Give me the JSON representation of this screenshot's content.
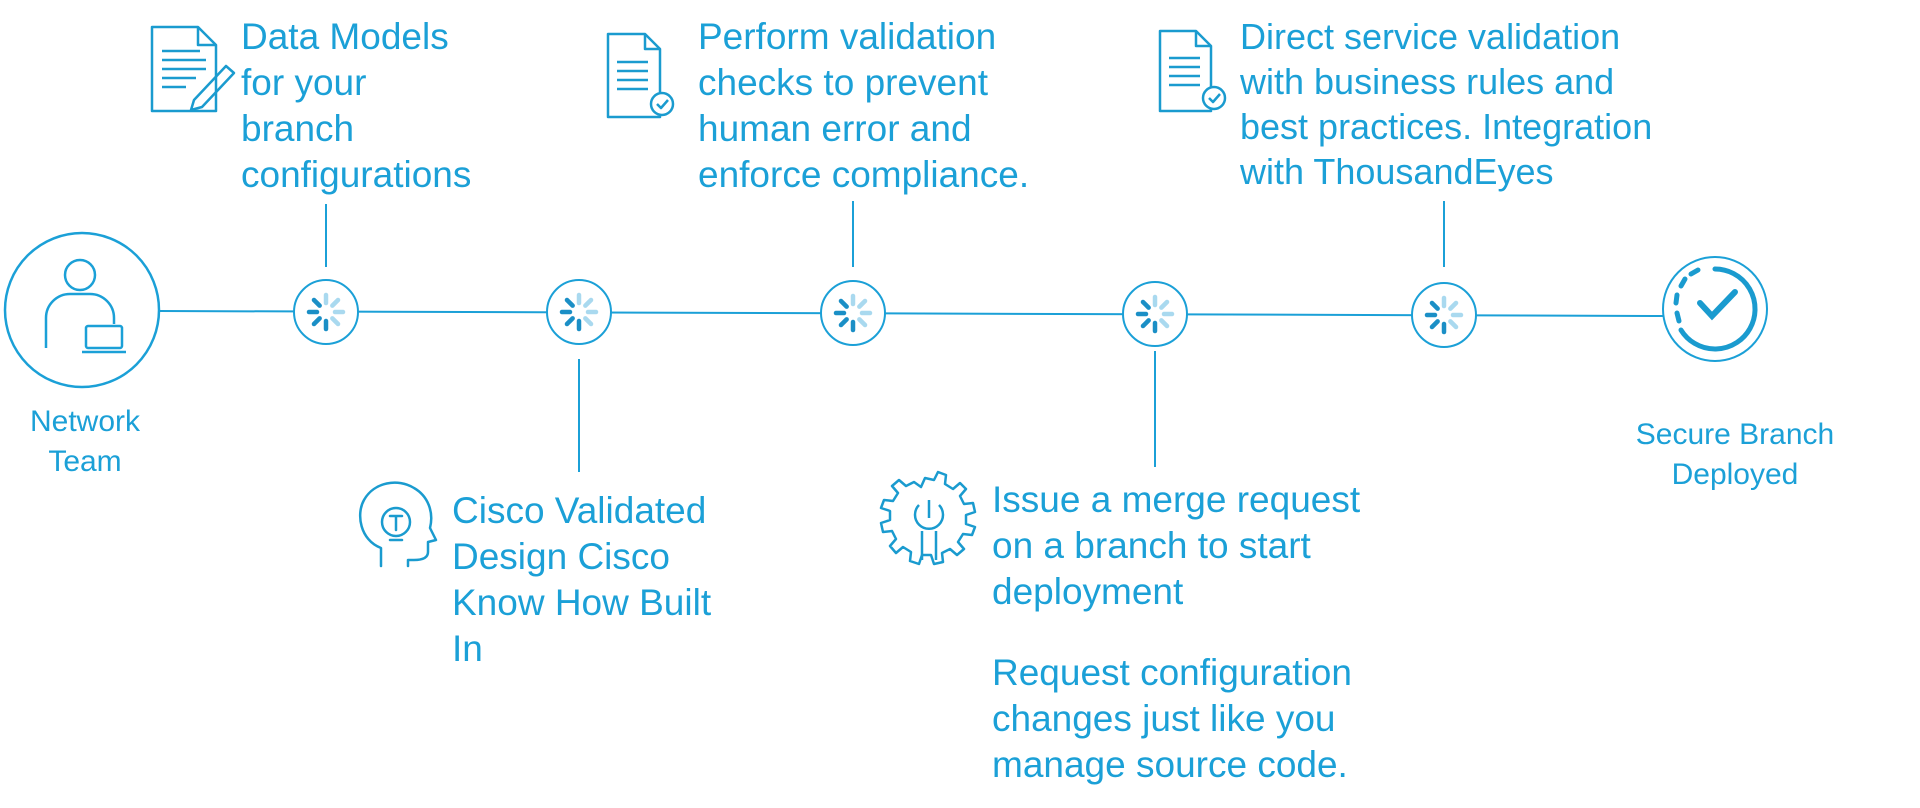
{
  "colors": {
    "line": "#1ba0d7",
    "icon": "#1a9bcf",
    "spinner_dark": "#1b8fc6",
    "spinner_light": "#a9d9ef",
    "text": "#1ba0d7"
  },
  "start": {
    "label_lines": [
      "Network",
      "Team"
    ],
    "icon": "person-laptop-icon"
  },
  "end": {
    "label_lines": [
      "Secure Branch",
      "Deployed"
    ],
    "icon": "check-circle-icon"
  },
  "steps": [
    {
      "position": "top",
      "icon": "document-edit-icon",
      "lines": [
        "Data Models",
        "for your",
        "branch",
        "configurations"
      ]
    },
    {
      "position": "bottom",
      "icon": "lightbulb-head-icon",
      "lines": [
        "Cisco Validated",
        "Design Cisco",
        "Know How Built",
        "In"
      ]
    },
    {
      "position": "top",
      "icon": "document-check-icon",
      "lines": [
        "Perform validation",
        "checks to prevent",
        "human error and",
        "enforce compliance."
      ]
    },
    {
      "position": "bottom",
      "icon": "gear-wrench-icon",
      "lines": [
        "Issue a merge request",
        "on a branch to start",
        "deployment"
      ],
      "extra_lines": [
        "Request configuration",
        "changes just like you",
        "manage source code."
      ]
    },
    {
      "position": "top",
      "icon": "document-check-icon",
      "lines": [
        "Direct service validation",
        "with business rules and",
        "best practices. Integration",
        "with ThousandEyes"
      ]
    }
  ],
  "node_icon": "loading-spinner-icon"
}
